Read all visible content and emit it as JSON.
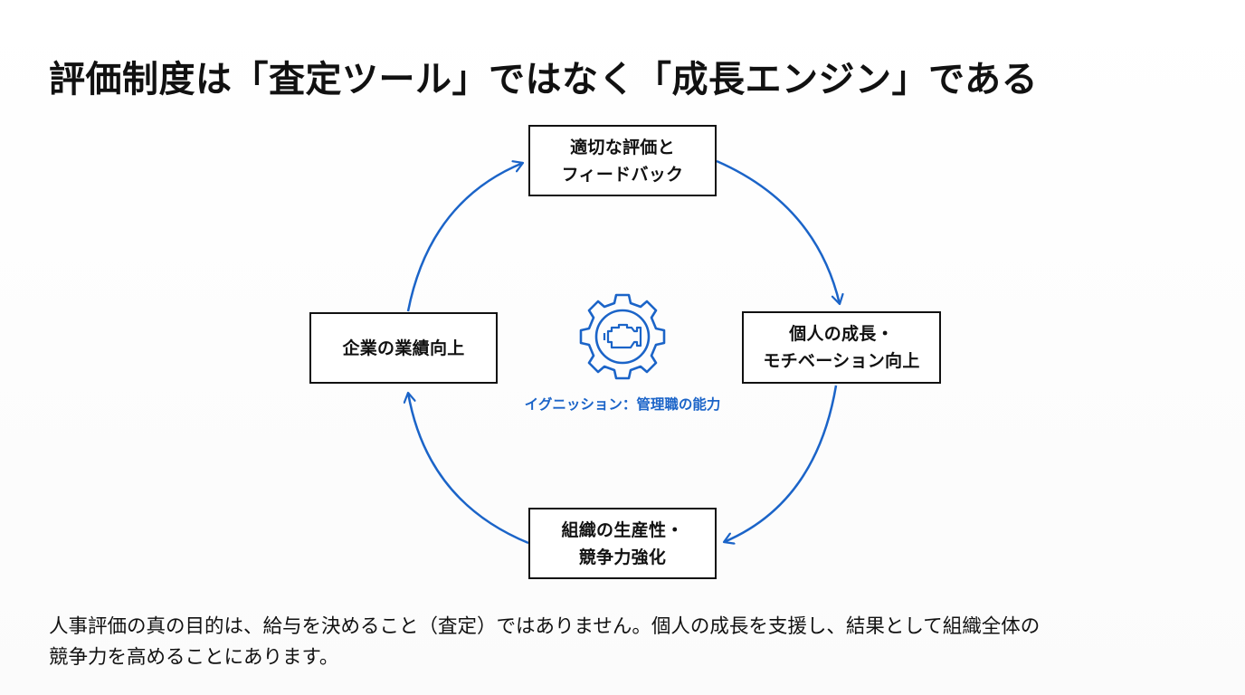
{
  "title": "評価制度は「査定ツール」ではなく「成長エンジン」である",
  "cycle": {
    "nodes": [
      {
        "id": "top",
        "lines": [
          "適切な評価と",
          "フィードバック"
        ]
      },
      {
        "id": "right",
        "lines": [
          "個人の成長・",
          "モチベーション向上"
        ]
      },
      {
        "id": "bottom",
        "lines": [
          "組織の生産性・",
          "競争力強化"
        ]
      },
      {
        "id": "left",
        "lines": [
          "企業の業績向上"
        ]
      }
    ],
    "center": {
      "icon": "engine-gear-icon",
      "caption": "イグニッション：管理職の能力"
    },
    "flow_direction": "clockwise"
  },
  "body": {
    "line1": "人事評価の真の目的は、給与を決めること（査定）ではありません。個人の成長を支援し、結果として組織全体の",
    "line2": "競争力を高めることにあります。"
  },
  "colors": {
    "accent": "#1b64c8",
    "text": "#111111",
    "background": "#ffffff"
  }
}
